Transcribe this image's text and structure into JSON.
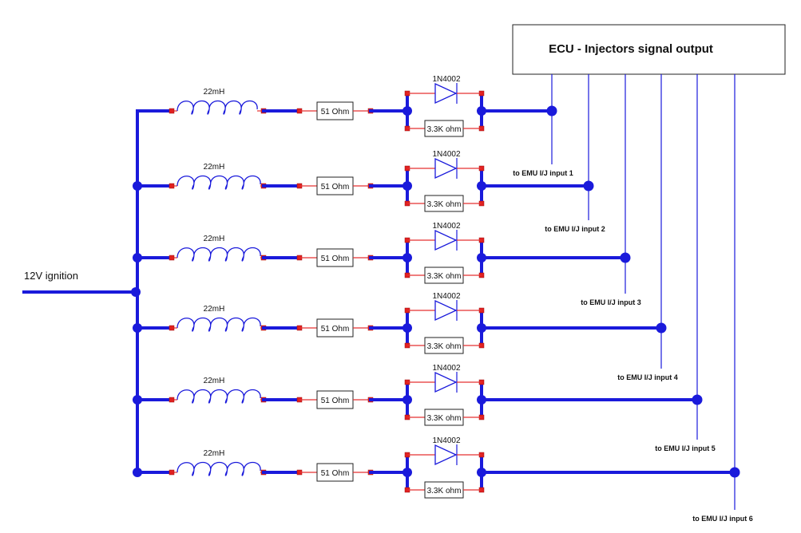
{
  "ecu": {
    "title": "ECU - Injectors signal output"
  },
  "supply": {
    "label": "12V ignition"
  },
  "components": {
    "inductor": "22mH",
    "resistor": "51 Ohm",
    "diode": "1N4002",
    "bypass_resistor": "3.3K ohm"
  },
  "channels": [
    {
      "output": "to EMU I/J input 1"
    },
    {
      "output": "to EMU I/J input 2"
    },
    {
      "output": "to EMU I/J input 3"
    },
    {
      "output": "to EMU I/J input 4"
    },
    {
      "output": "to EMU I/J input 5"
    },
    {
      "output": "to EMU I/J input 6"
    }
  ],
  "colors": {
    "wire": "#1a1adb",
    "terminal": "#e02020",
    "lead": "#e53030"
  }
}
